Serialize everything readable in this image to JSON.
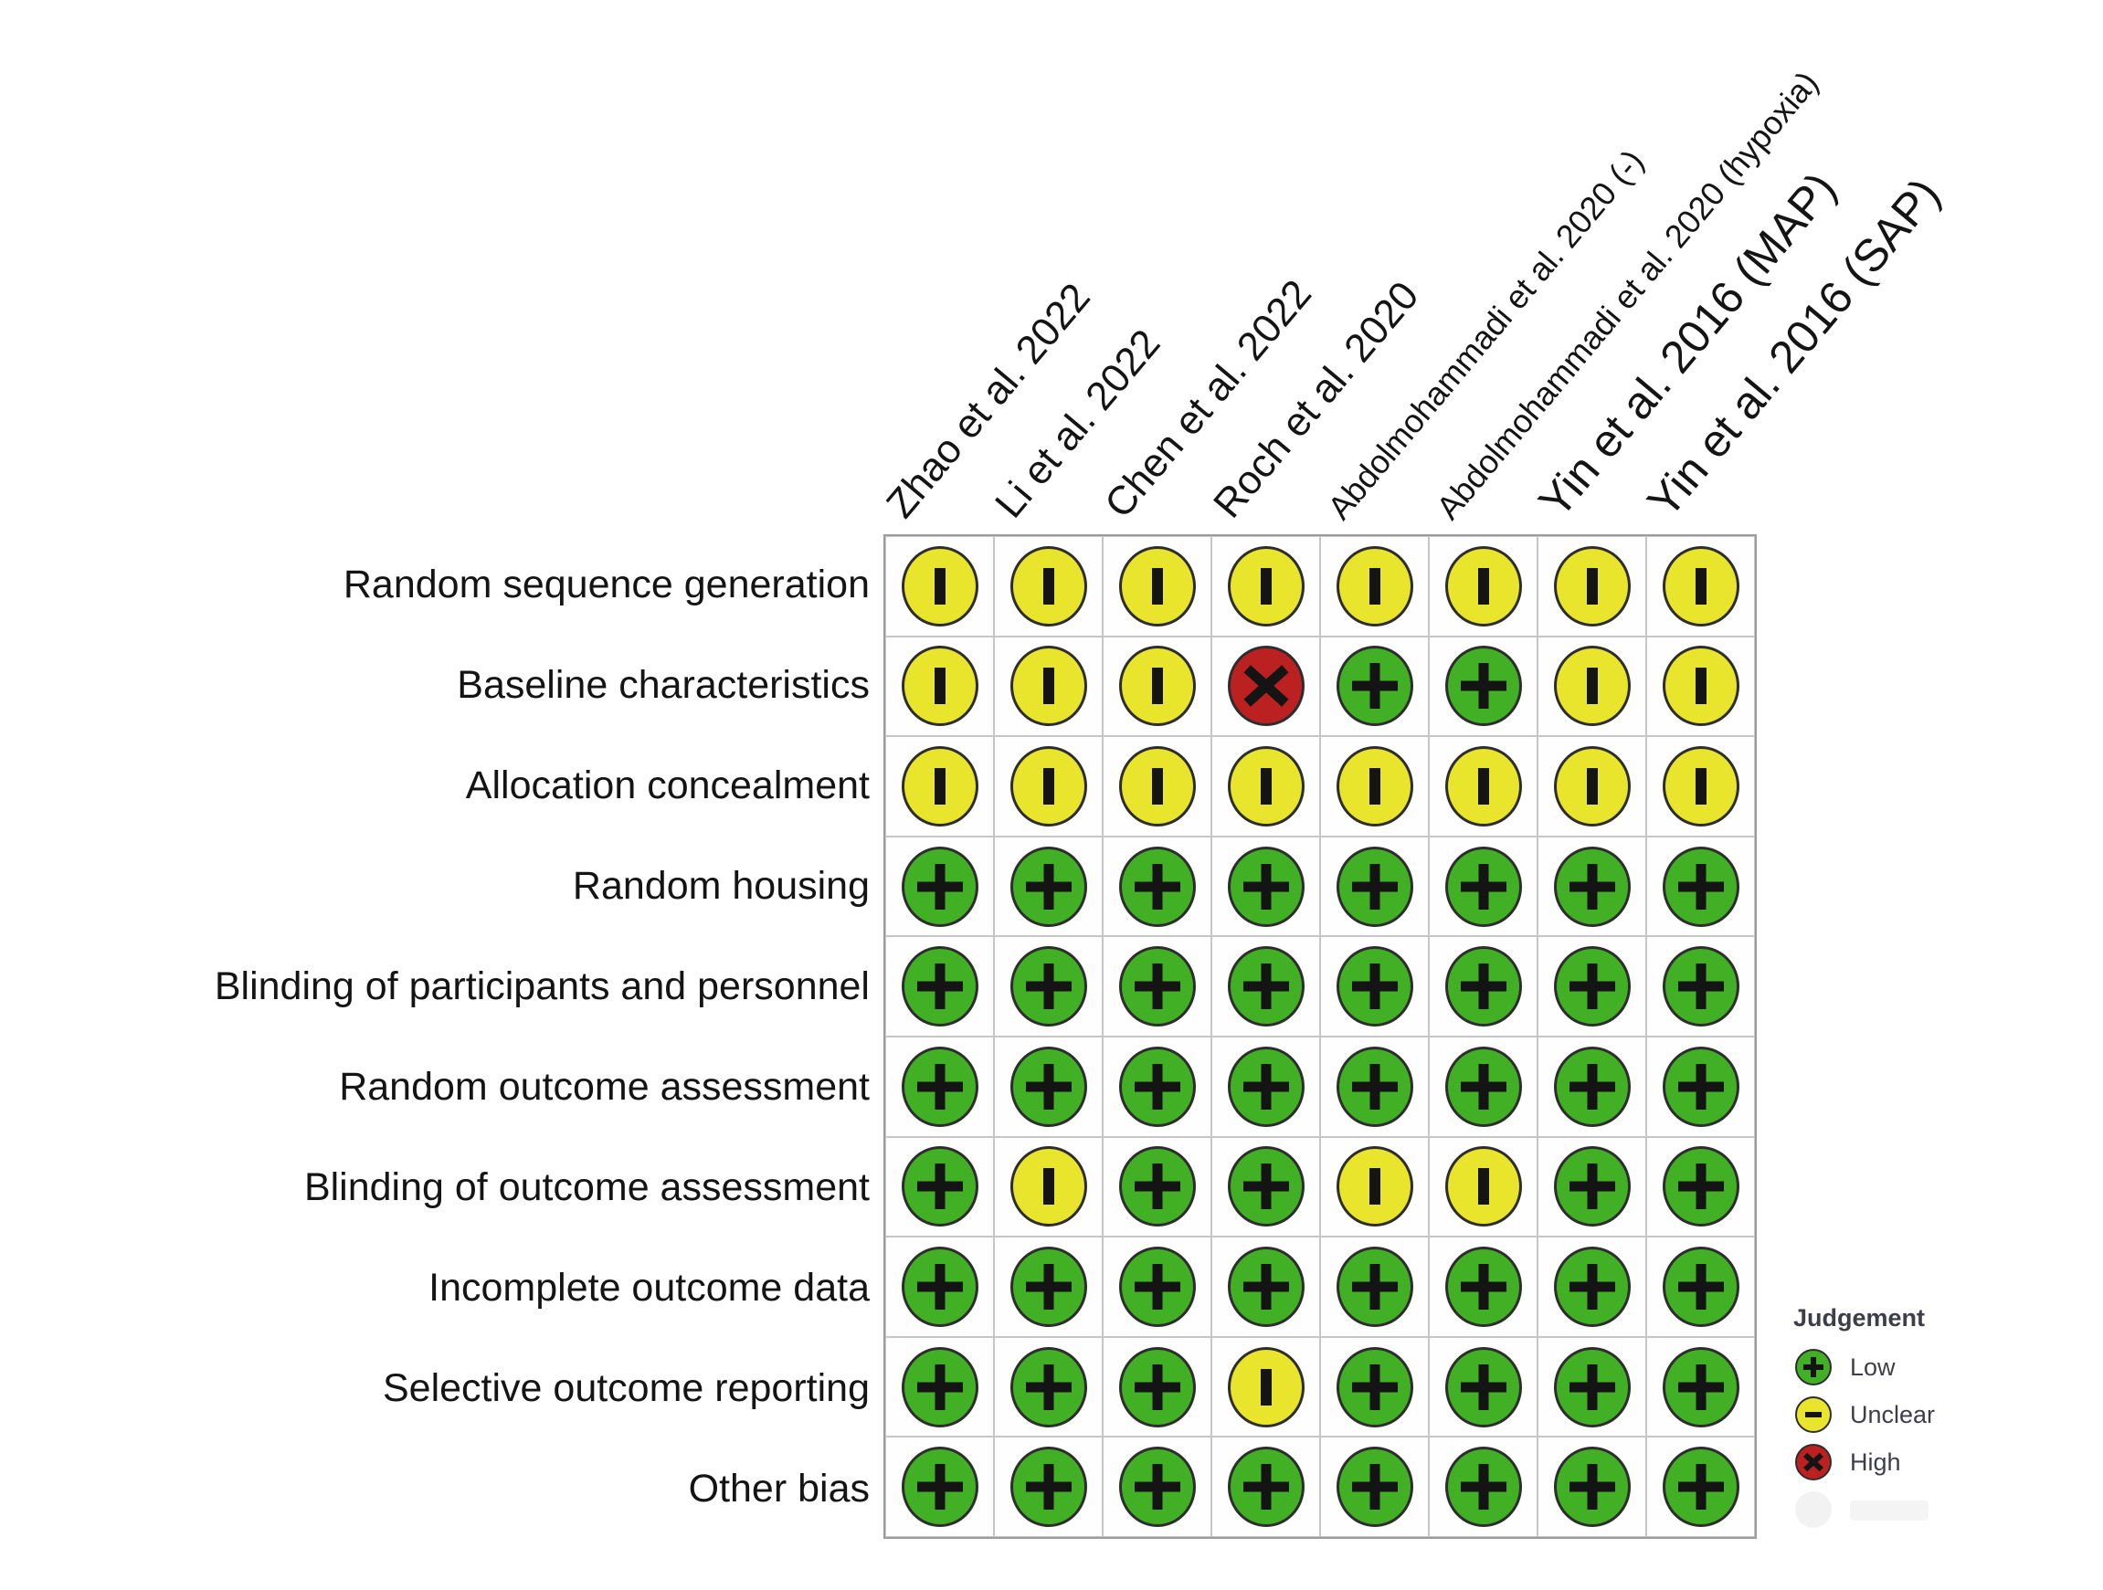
{
  "chart_data": {
    "type": "heatmap",
    "title": "",
    "x_categories": [
      "Zhao et al. 2022",
      "Li et al. 2022",
      "Chen et al. 2022",
      "Roch et al. 2020",
      "Abdolmohammadi et al. 2020 (-)",
      "Abdolmohammadi et al. 2020 (hypoxia)",
      "Yin et al. 2016 (MAP)",
      "Yin et al. 2016 (SAP)"
    ],
    "y_categories": [
      "Random sequence generation",
      "Baseline characteristics",
      "Allocation concealment",
      "Random housing",
      "Blinding of participants and personnel",
      "Random outcome assessment",
      "Blinding of outcome assessment",
      "Incomplete outcome data",
      "Selective outcome reporting",
      "Other bias"
    ],
    "values": [
      [
        "unclear",
        "unclear",
        "unclear",
        "unclear",
        "unclear",
        "unclear",
        "unclear",
        "unclear"
      ],
      [
        "unclear",
        "unclear",
        "unclear",
        "high",
        "low",
        "low",
        "unclear",
        "unclear"
      ],
      [
        "unclear",
        "unclear",
        "unclear",
        "unclear",
        "unclear",
        "unclear",
        "unclear",
        "unclear"
      ],
      [
        "low",
        "low",
        "low",
        "low",
        "low",
        "low",
        "low",
        "low"
      ],
      [
        "low",
        "low",
        "low",
        "low",
        "low",
        "low",
        "low",
        "low"
      ],
      [
        "low",
        "low",
        "low",
        "low",
        "low",
        "low",
        "low",
        "low"
      ],
      [
        "low",
        "unclear",
        "low",
        "low",
        "unclear",
        "unclear",
        "low",
        "low"
      ],
      [
        "low",
        "low",
        "low",
        "low",
        "low",
        "low",
        "low",
        "low"
      ],
      [
        "low",
        "low",
        "low",
        "unclear",
        "low",
        "low",
        "low",
        "low"
      ],
      [
        "low",
        "low",
        "low",
        "low",
        "low",
        "low",
        "low",
        "low"
      ]
    ],
    "legend": {
      "title": "Judgement",
      "position": "bottom-right",
      "entries": [
        {
          "label": "Low",
          "value": "low",
          "color": "#41b024",
          "symbol": "+"
        },
        {
          "label": "Unclear",
          "value": "unclear",
          "color": "#e9e42c",
          "symbol": "-"
        },
        {
          "label": "High",
          "value": "high",
          "color": "#bb2121",
          "symbol": "x"
        }
      ]
    },
    "grid": true,
    "cell_symbol_colors": {
      "symbol": "#141414",
      "circle_border": "#2d2d2d"
    }
  }
}
